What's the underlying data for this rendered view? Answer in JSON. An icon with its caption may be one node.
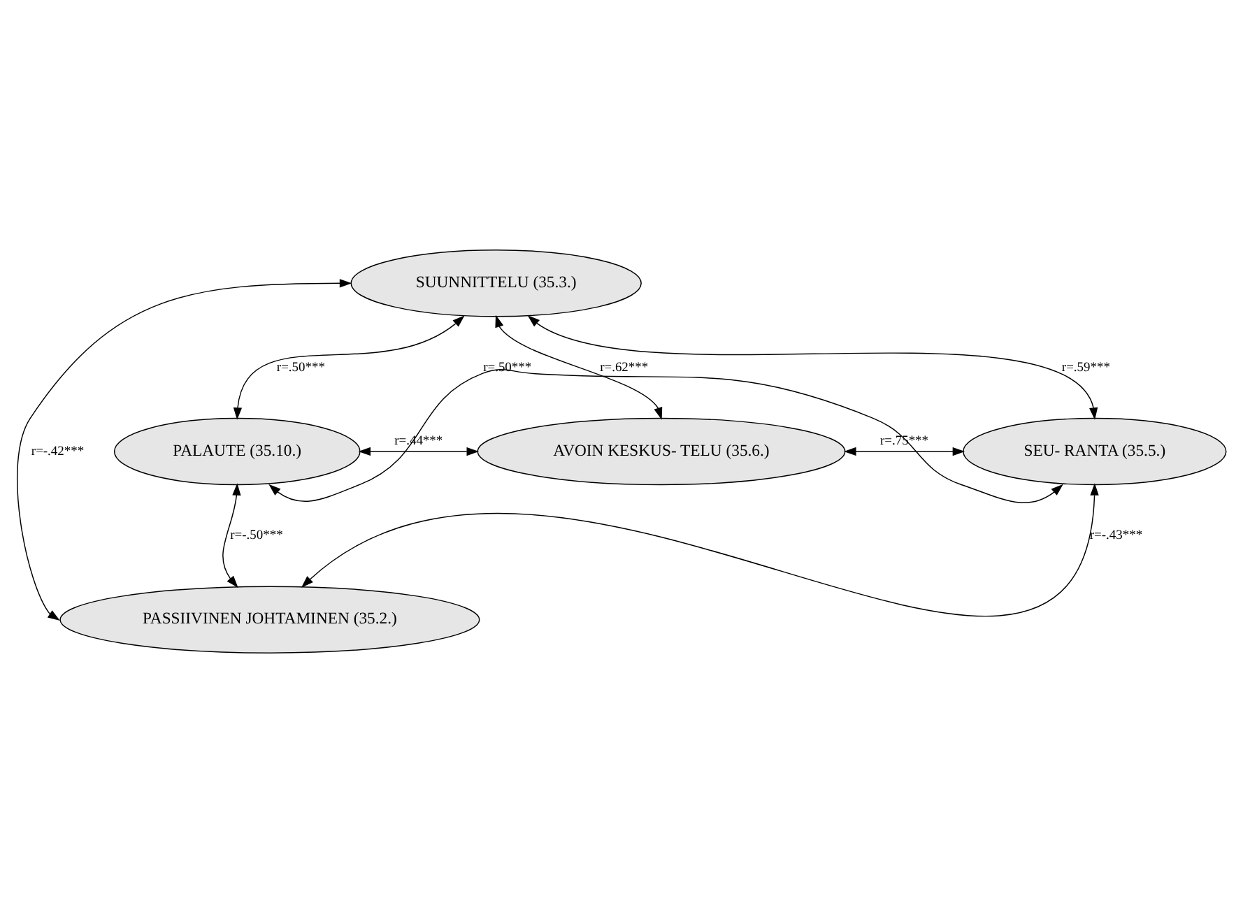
{
  "diagram": {
    "nodes": [
      {
        "text": [
          "SUUNNITTELU (35.3.)"
        ]
      },
      {
        "text": [
          "PALAUTE (35.10.)"
        ]
      },
      {
        "text": [
          "AVOIN KESKUS- TELU (35.6.)"
        ]
      },
      {
        "text": [
          "SEU- RANTA (35.5.)"
        ]
      },
      {
        "text": [
          "PASSIIVINEN JOHTAMINEN (35.2.)"
        ]
      }
    ],
    "edges": [
      {
        "from": 0,
        "to": 4,
        "arrow": "both",
        "label": "r=-.42***"
      },
      {
        "from": 0,
        "to": 1,
        "arrow": "both",
        "label": "r=.50***"
      },
      {
        "from": 0,
        "to": 3,
        "arrow": "both",
        "label": "r=.59***"
      },
      {
        "from": 0,
        "to": 2,
        "arrow": "both",
        "label": "r=.62***"
      },
      {
        "from": 2,
        "to": 3,
        "arrow": "both",
        "label": "r=.75***"
      },
      {
        "from": 1,
        "to": 2,
        "arrow": "both",
        "label": "r=.44***"
      },
      {
        "from": 1,
        "to": 3,
        "arrow": "both",
        "label": "r=.50***"
      },
      {
        "from": 1,
        "to": 4,
        "arrow": "both",
        "label": "r=-.50***"
      },
      {
        "from": 3,
        "to": 4,
        "arrow": "both",
        "label": "r=-.43***"
      }
    ]
  }
}
